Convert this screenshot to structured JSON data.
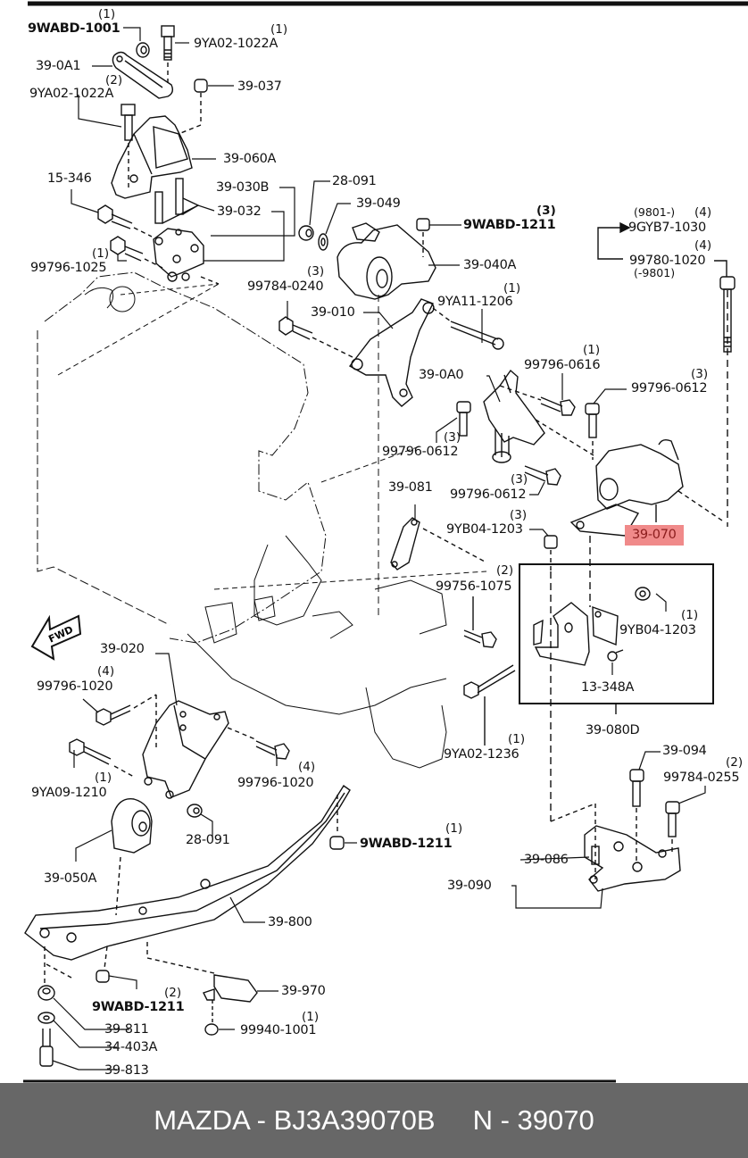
{
  "diagram": {
    "title": "Engine mount exploded view",
    "highlight_color": "#f08a8a",
    "fwd_arrow_label": "FWD",
    "labels": [
      {
        "id": "9wabd-1001",
        "text": "9WABD-1001",
        "qty": "(1)"
      },
      {
        "id": "9ya02-1022a-top",
        "text": "9YA02-1022A",
        "qty": "(1)"
      },
      {
        "id": "39-0a1",
        "text": "39-0A1",
        "qty": ""
      },
      {
        "id": "9ya02-1022a-left",
        "text": "9YA02-1022A",
        "qty": "(2)"
      },
      {
        "id": "39-037",
        "text": "39-037",
        "qty": ""
      },
      {
        "id": "39-060a",
        "text": "39-060A",
        "qty": ""
      },
      {
        "id": "15-346",
        "text": "15-346",
        "qty": ""
      },
      {
        "id": "39-030b",
        "text": "39-030B",
        "qty": ""
      },
      {
        "id": "39-032",
        "text": "39-032",
        "qty": ""
      },
      {
        "id": "99796-1025",
        "text": "99796-1025",
        "qty": "(1)"
      },
      {
        "id": "28-091-top",
        "text": "28-091",
        "qty": ""
      },
      {
        "id": "39-049",
        "text": "39-049",
        "qty": ""
      },
      {
        "id": "9wabd-1211-top",
        "text": "9WABD-1211",
        "qty": "(3)"
      },
      {
        "id": "39-040a",
        "text": "39-040A",
        "qty": ""
      },
      {
        "id": "99784-0240",
        "text": "99784-0240",
        "qty": "(3)"
      },
      {
        "id": "39-010",
        "text": "39-010",
        "qty": ""
      },
      {
        "id": "9ya11-1206",
        "text": "9YA11-1206",
        "qty": "(1)"
      },
      {
        "id": "9gyb7-1030",
        "text": "9GYB7-1030",
        "qty": "(4)",
        "note": "(9801-)"
      },
      {
        "id": "99780-1020",
        "text": "99780-1020",
        "qty": "(4)",
        "note": "(-9801)"
      },
      {
        "id": "99796-0616",
        "text": "99796-0616",
        "qty": "(1)"
      },
      {
        "id": "39-0a0",
        "text": "39-0A0",
        "qty": ""
      },
      {
        "id": "99796-0612-right",
        "text": "99796-0612",
        "qty": "(3)"
      },
      {
        "id": "99796-0612-left",
        "text": "99796-0612",
        "qty": "(3)"
      },
      {
        "id": "99796-0612-mid",
        "text": "99796-0612",
        "qty": "(3)"
      },
      {
        "id": "39-081",
        "text": "39-081",
        "qty": ""
      },
      {
        "id": "9yb04-1203-top",
        "text": "9YB04-1203",
        "qty": "(3)"
      },
      {
        "id": "39-070",
        "text": "39-070",
        "qty": "",
        "highlighted": true
      },
      {
        "id": "99756-1075",
        "text": "99756-1075",
        "qty": "(2)"
      },
      {
        "id": "9yb04-1203-box",
        "text": "9YB04-1203",
        "qty": "(1)"
      },
      {
        "id": "13-348a",
        "text": "13-348A",
        "qty": ""
      },
      {
        "id": "39-080d",
        "text": "39-080D",
        "qty": ""
      },
      {
        "id": "39-020",
        "text": "39-020",
        "qty": ""
      },
      {
        "id": "99796-1020-left",
        "text": "99796-1020",
        "qty": "(4)"
      },
      {
        "id": "9ya09-1210",
        "text": "9YA09-1210",
        "qty": "(1)"
      },
      {
        "id": "99796-1020-right",
        "text": "99796-1020",
        "qty": "(4)"
      },
      {
        "id": "9ya02-1236",
        "text": "9YA02-1236",
        "qty": "(1)"
      },
      {
        "id": "28-091-bottom",
        "text": "28-091",
        "qty": ""
      },
      {
        "id": "39-050a",
        "text": "39-050A",
        "qty": ""
      },
      {
        "id": "9wabd-1211-mid",
        "text": "9WABD-1211",
        "qty": "(1)"
      },
      {
        "id": "39-094",
        "text": "39-094",
        "qty": ""
      },
      {
        "id": "99784-0255",
        "text": "99784-0255",
        "qty": "(2)"
      },
      {
        "id": "39-086",
        "text": "39-086",
        "qty": ""
      },
      {
        "id": "39-090",
        "text": "39-090",
        "qty": ""
      },
      {
        "id": "39-800",
        "text": "39-800",
        "qty": ""
      },
      {
        "id": "9wabd-1211-bottom",
        "text": "9WABD-1211",
        "qty": "(2)"
      },
      {
        "id": "39-970",
        "text": "39-970",
        "qty": ""
      },
      {
        "id": "39-811",
        "text": "39-811",
        "qty": ""
      },
      {
        "id": "34-403a",
        "text": "34-403A",
        "qty": ""
      },
      {
        "id": "99940-1001",
        "text": "99940-1001",
        "qty": "(1)"
      },
      {
        "id": "39-813",
        "text": "39-813",
        "qty": ""
      }
    ]
  },
  "footer": {
    "brand_part": "MAZDA - BJ3A39070B",
    "ref": "N - 39070"
  }
}
